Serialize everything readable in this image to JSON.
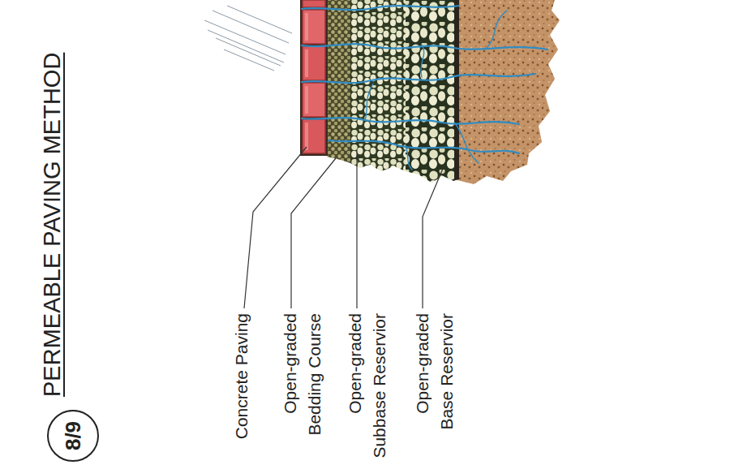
{
  "diagram": {
    "title": "PERMEABLE PAVING METHOD",
    "nodes": [
      {
        "text": [
          "8/9"
        ]
      }
    ],
    "labels": [
      "Concrete Paving",
      "Open-graded Bedding Course",
      "Open-graded Subbase Reservior",
      "Open-graded Base Reservior"
    ]
  }
}
